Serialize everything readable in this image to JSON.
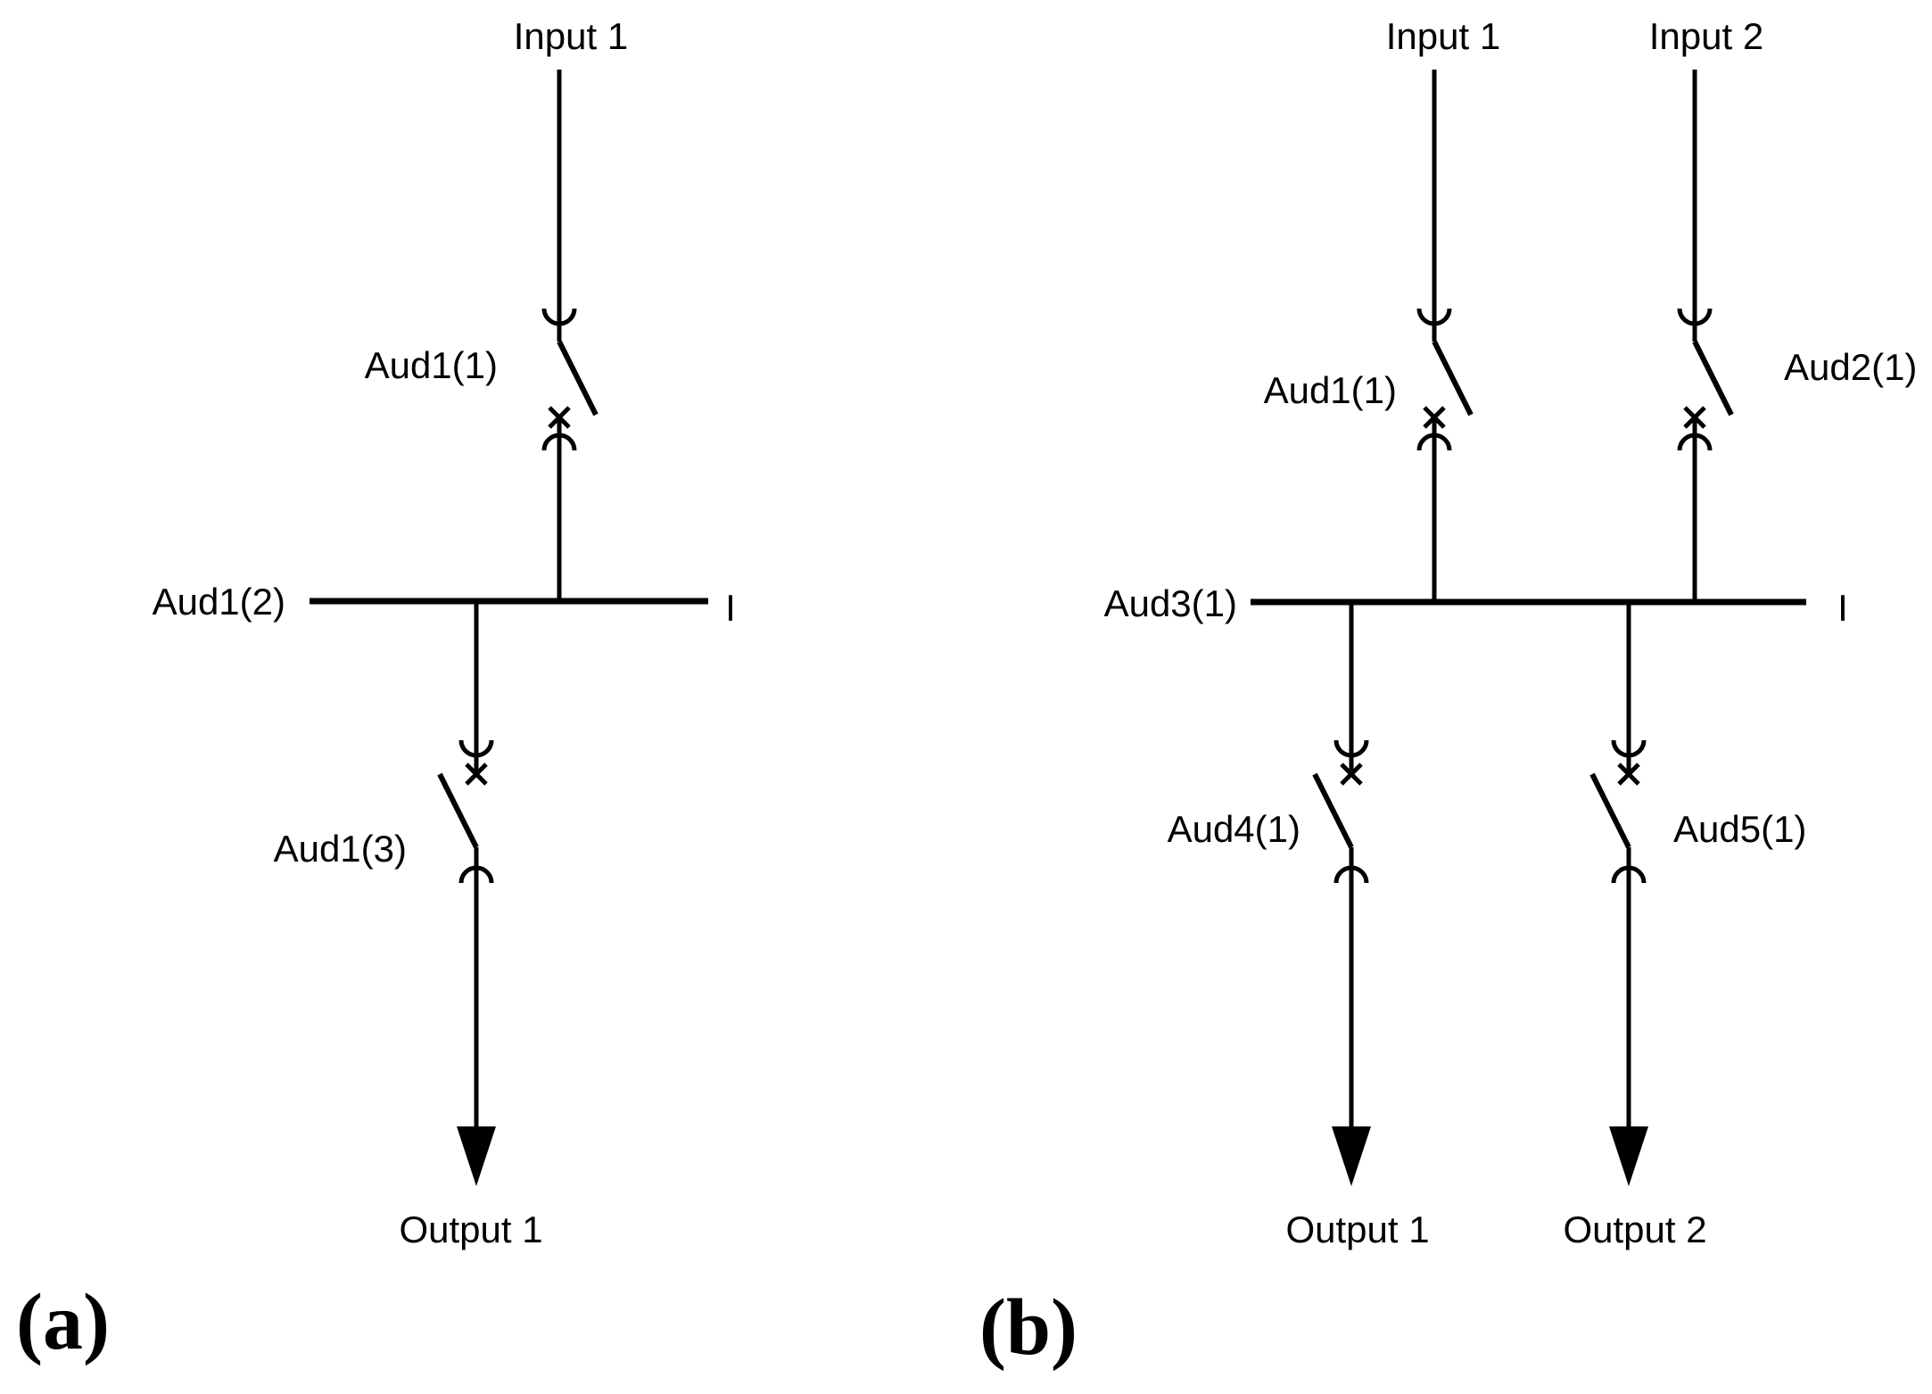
{
  "colors": {
    "ink": "#000000",
    "paper": "#ffffff"
  },
  "symbols": {
    "switch": "open-disconnector-with-contact-arcs",
    "bus_contact_marker": "x-mark",
    "output_arrow": "filled-down-triangle"
  },
  "panels": [
    {
      "caption": "(a)",
      "inputs": [
        {
          "label": "Input 1"
        }
      ],
      "input_switches": [
        {
          "label": "Aud1(1)"
        }
      ],
      "bus": {
        "label": "Aud1(2)",
        "right_label": "I"
      },
      "output_switches": [
        {
          "label": "Aud1(3)"
        }
      ],
      "outputs": [
        {
          "label": "Output 1"
        }
      ]
    },
    {
      "caption": "(b)",
      "inputs": [
        {
          "label": "Input 1"
        },
        {
          "label": "Input 2"
        }
      ],
      "input_switches": [
        {
          "label": "Aud1(1)"
        },
        {
          "label": "Aud2(1)"
        }
      ],
      "bus": {
        "label": "Aud3(1)",
        "right_label": "I"
      },
      "output_switches": [
        {
          "label": "Aud4(1)"
        },
        {
          "label": "Aud5(1)"
        }
      ],
      "outputs": [
        {
          "label": "Output 1"
        },
        {
          "label": "Output 2"
        }
      ]
    }
  ]
}
